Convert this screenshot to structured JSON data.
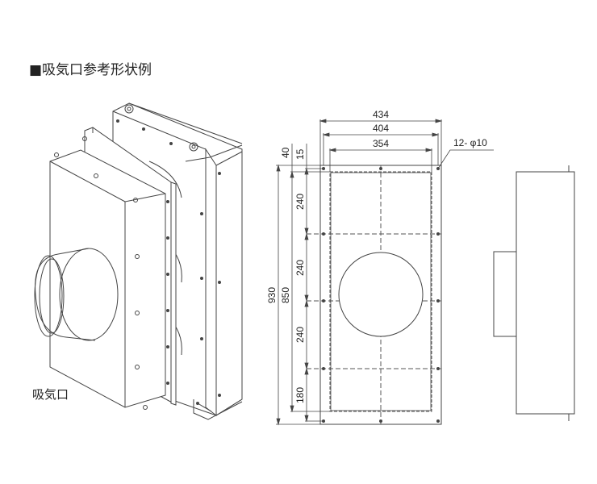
{
  "heading": "■吸気口参考形状例",
  "iso_label": "吸気口",
  "dimensions": {
    "width_outer": "434",
    "width_mid": "404",
    "width_inner": "354",
    "hole_callout": "12- φ10",
    "top_40": "40",
    "top_15": "15",
    "height_outer": "930",
    "height_inner": "850",
    "pitch_1": "240",
    "pitch_2": "240",
    "pitch_3": "240",
    "bottom": "180"
  },
  "colors": {
    "line": "#444444",
    "dash": "#555555"
  }
}
